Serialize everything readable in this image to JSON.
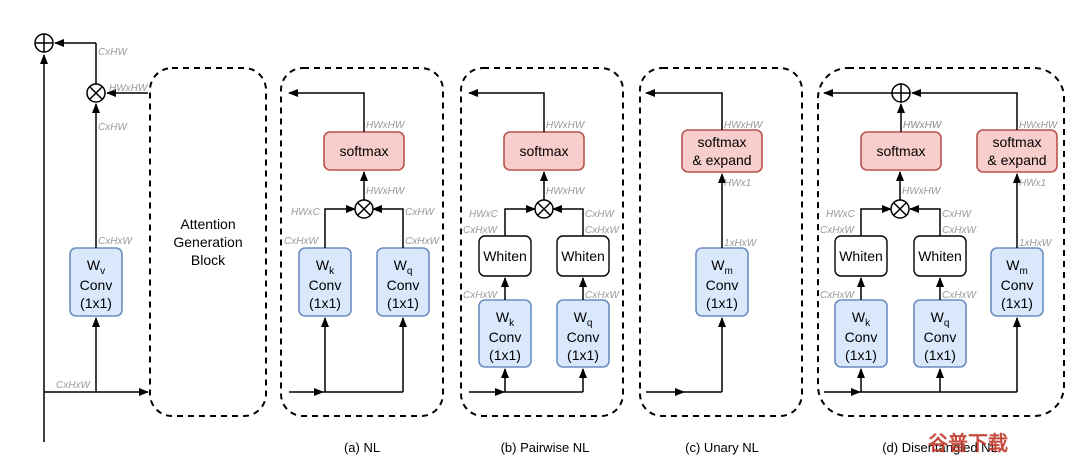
{
  "diagram": {
    "attention_block_label": [
      "Attention",
      "Generation",
      "Block"
    ],
    "ops": {
      "softmax": "softmax",
      "softmax_expand": [
        "softmax",
        "& expand"
      ],
      "whiten": "Whiten",
      "conv": "Conv",
      "kernel": "(1x1)",
      "w_main": "W",
      "sub_v": "v",
      "sub_k": "k",
      "sub_q": "q",
      "sub_m": "m"
    },
    "dims": {
      "cxhw": "CxHW",
      "hwxhw": "HWxHW",
      "cxhxw": "CxHxW",
      "hwxc": "HWxC",
      "hwx1": "HWx1",
      "onexhxw": "1xHxW"
    },
    "captions": {
      "a": "(a) NL",
      "b": "(b)  Pairwise NL",
      "c": "(c) Unary NL",
      "d": "(d)  Disentangled NL"
    },
    "watermark": "谷普下载"
  },
  "colors": {
    "conv_fill": "#dae8fc",
    "conv_stroke": "#6c8ebf",
    "softmax_fill": "#f8cecc",
    "softmax_stroke": "#b85450",
    "dim_text": "#9a9a9a",
    "watermark": "#c0392b"
  }
}
